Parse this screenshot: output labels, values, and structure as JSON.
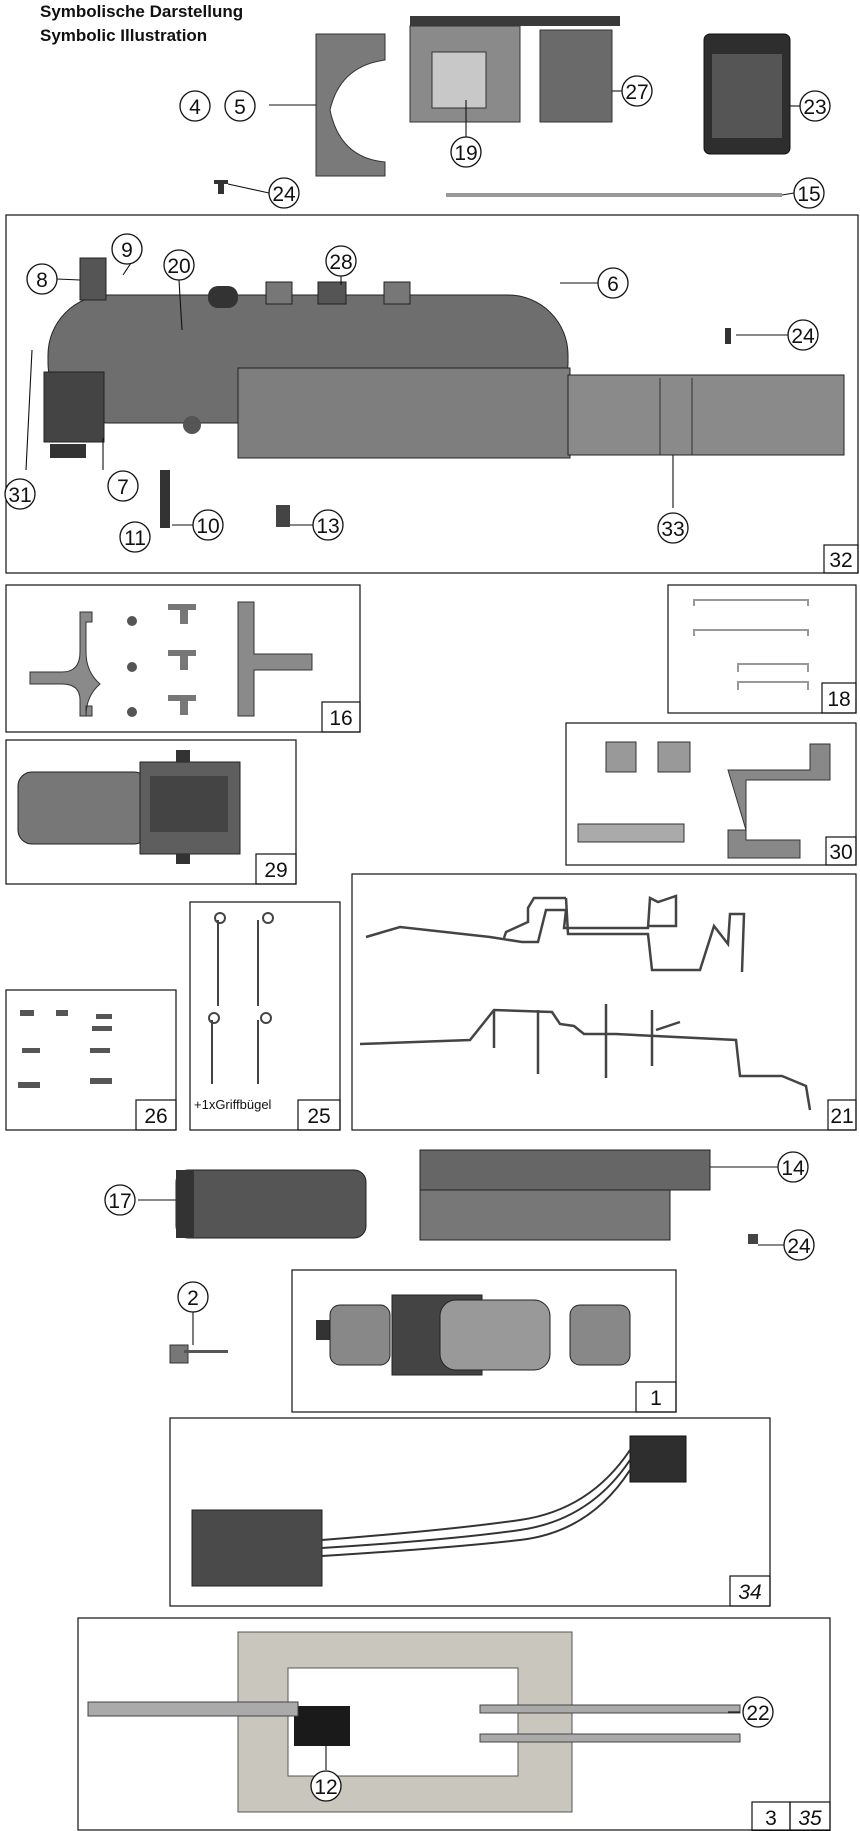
{
  "captions": [
    "Symbolische Darstellung",
    "Symbolic Illustration"
  ],
  "callouts": [
    "4",
    "5",
    "27",
    "23",
    "19",
    "24",
    "15",
    "9",
    "8",
    "20",
    "28",
    "6",
    "24",
    "31",
    "7",
    "11",
    "10",
    "13",
    "33",
    "17",
    "14",
    "24",
    "2",
    "22",
    "12"
  ],
  "box_numbers": [
    "32",
    "16",
    "18",
    "30",
    "29",
    "26",
    "25",
    "21",
    "1",
    "34",
    "3",
    "35"
  ],
  "note": "+1xGriffbügel",
  "colors": {
    "ink": "#111111",
    "part_dark": "#3a3a3a",
    "part_mid": "#7a7a7a",
    "part_light": "#b5b5b5"
  }
}
